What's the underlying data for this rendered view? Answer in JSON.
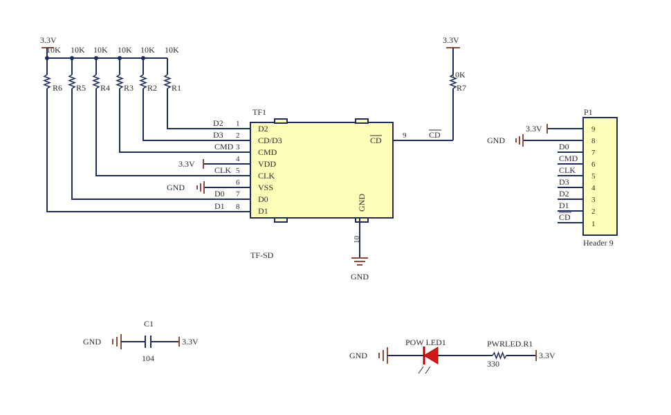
{
  "power": {
    "v33": "3.3V",
    "gnd": "GND"
  },
  "pullups": [
    {
      "ref": "R6",
      "value": "10K"
    },
    {
      "ref": "R5",
      "value": "10K"
    },
    {
      "ref": "R4",
      "value": "10K"
    },
    {
      "ref": "R3",
      "value": "10K"
    },
    {
      "ref": "R2",
      "value": "10K"
    },
    {
      "ref": "R1",
      "value": "10K"
    }
  ],
  "r7": {
    "ref": "R7",
    "value": "10K"
  },
  "tf1": {
    "ref": "TF1",
    "part": "TF-SD",
    "pins": [
      {
        "num": "1",
        "name": "D2",
        "net": "D2"
      },
      {
        "num": "2",
        "name": "CD/D3",
        "net": "D3"
      },
      {
        "num": "3",
        "name": "CMD",
        "net": "CMD"
      },
      {
        "num": "4",
        "name": "VDD",
        "net": "3.3V"
      },
      {
        "num": "5",
        "name": "CLK",
        "net": "CLK"
      },
      {
        "num": "6",
        "name": "VSS",
        "net": "GND"
      },
      {
        "num": "7",
        "name": "D0",
        "net": "D0"
      },
      {
        "num": "8",
        "name": "D1",
        "net": "D1"
      }
    ],
    "cd_pin": {
      "num": "9",
      "name": "CD",
      "net": "CD"
    },
    "gnd_pin": {
      "num": "10",
      "name": "GND"
    }
  },
  "p1": {
    "ref": "P1",
    "part": "Header 9",
    "pins": [
      {
        "num": "9",
        "net": "3.3V"
      },
      {
        "num": "8",
        "net": "GND"
      },
      {
        "num": "7",
        "net": "D0"
      },
      {
        "num": "6",
        "net": "CMD"
      },
      {
        "num": "5",
        "net": "CLK"
      },
      {
        "num": "4",
        "net": "D3"
      },
      {
        "num": "3",
        "net": "D2"
      },
      {
        "num": "2",
        "net": "D1"
      },
      {
        "num": "1",
        "net": "CD"
      }
    ]
  },
  "c1": {
    "ref": "C1",
    "value": "104"
  },
  "led": {
    "ref": "POW LED1"
  },
  "pwr_res": {
    "ref": "PWRLED.R1",
    "value": "330"
  },
  "colors": {
    "wire": "#1c2a5c",
    "box": "#fffeb8",
    "power": "#8b4b3a",
    "led": "#d01818"
  }
}
